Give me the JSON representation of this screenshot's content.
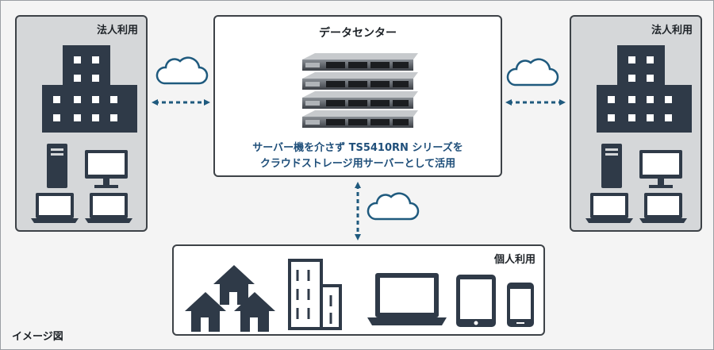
{
  "corporate_left": {
    "label": "法人利用"
  },
  "corporate_right": {
    "label": "法人利用"
  },
  "datacenter": {
    "title": "データセンター",
    "description_line1": "サーバー機を介さず TS5410RN シリーズを",
    "description_line2": "クラウドストレージ用サーバーとして活用"
  },
  "personal": {
    "label": "個人利用"
  },
  "caption": "イメージ図",
  "colors": {
    "panel_border": "#3d4247",
    "panel_fill": "#d5d7d9",
    "icon_dark": "#2f3a48",
    "accent_blue": "#1f4f7a",
    "arrow": "#1f5a7e"
  }
}
